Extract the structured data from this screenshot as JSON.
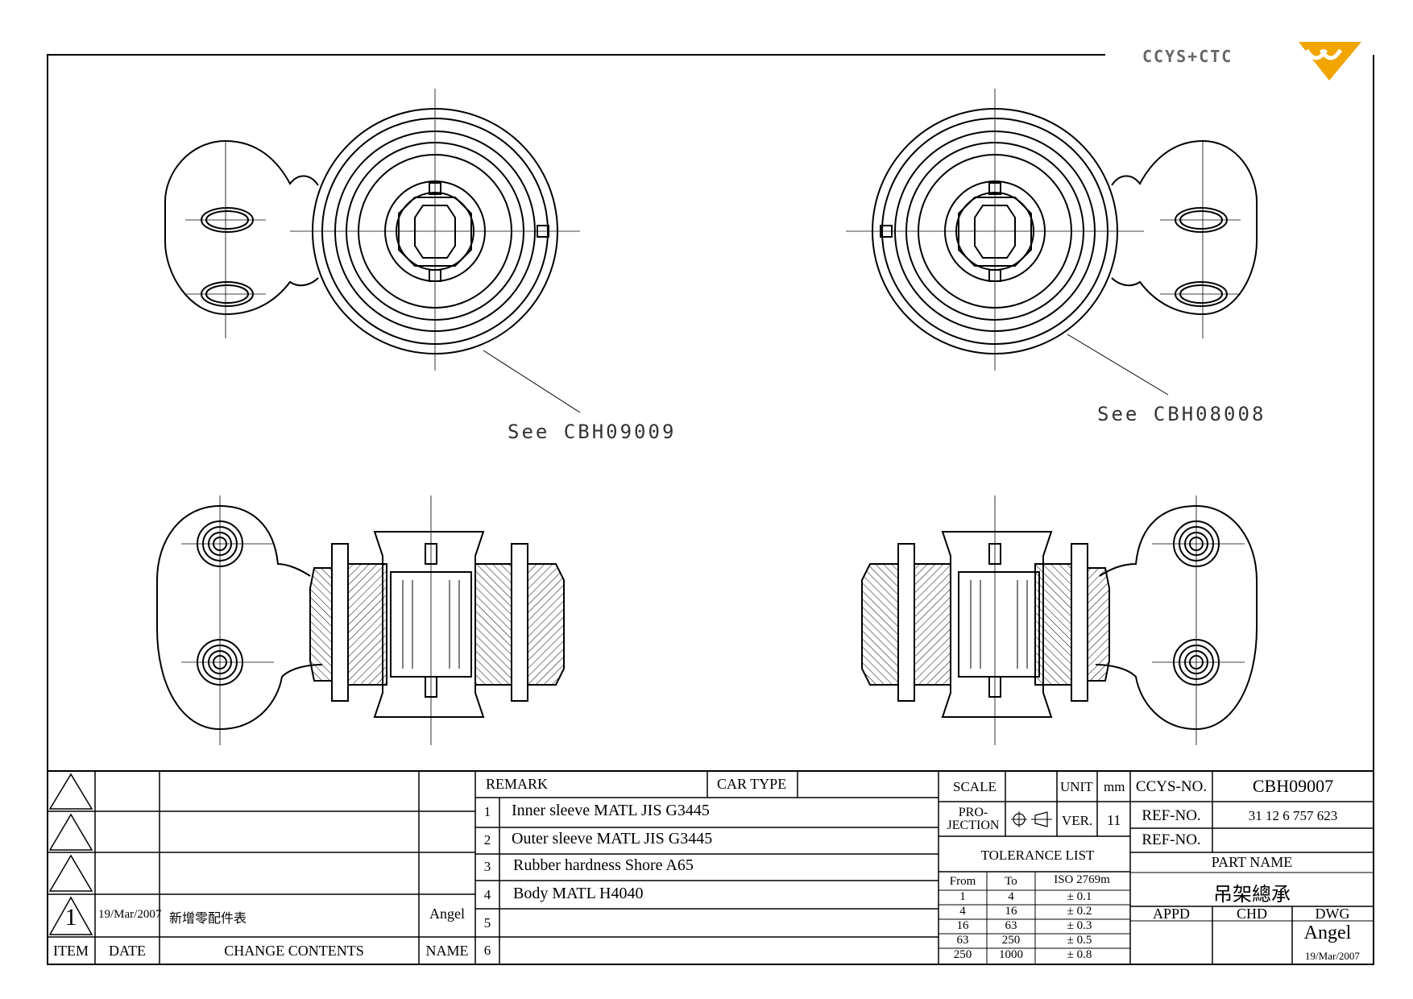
{
  "logo": {
    "text": "CCYS+CTC"
  },
  "callouts": {
    "left": "See CBH09009",
    "right": "See CBH08008"
  },
  "revision": {
    "item_header": "ITEM",
    "date_header": "DATE",
    "contents_header": "CHANGE CONTENTS",
    "name_header": "NAME",
    "row_item": "1",
    "row_date": "19/Mar/2007",
    "row_contents": "新增零配件表",
    "row_name": "Angel"
  },
  "remarks": {
    "header": "REMARK",
    "car_type_label": "CAR TYPE",
    "rows": [
      {
        "no": "1",
        "text": "Inner sleeve MATL JIS G3445"
      },
      {
        "no": "2",
        "text": "Outer sleeve MATL JIS G3445"
      },
      {
        "no": "3",
        "text": "Rubber hardness Shore A65"
      },
      {
        "no": "4",
        "text": "Body MATL H4040"
      },
      {
        "no": "5",
        "text": ""
      },
      {
        "no": "6",
        "text": ""
      }
    ]
  },
  "scale_block": {
    "scale_label": "SCALE",
    "unit_label": "UNIT",
    "unit_value": "mm",
    "projection_line1": "PRO-",
    "projection_line2": "JECTION",
    "ver_label": "VER.",
    "ver_value": "11"
  },
  "tolerance": {
    "title": "TOLERANCE LIST",
    "from_label": "From",
    "to_label": "To",
    "std_label": "ISO 2769m",
    "rows": [
      {
        "from": "1",
        "to": "4",
        "tol": "± 0.1"
      },
      {
        "from": "4",
        "to": "16",
        "tol": "± 0.2"
      },
      {
        "from": "16",
        "to": "63",
        "tol": "± 0.3"
      },
      {
        "from": "63",
        "to": "250",
        "tol": "± 0.5"
      },
      {
        "from": "250",
        "to": "1000",
        "tol": "± 0.8"
      }
    ]
  },
  "title_block": {
    "ccys_label": "CCYS-NO.",
    "ccys_value": "CBH09007",
    "ref_label": "REF-NO.",
    "ref_value": "31 12 6 757 623",
    "ref2_label": "REF-NO.",
    "ref2_value": "",
    "part_name_label": "PART NAME",
    "part_name_value": "吊架總承",
    "appd_label": "APPD",
    "chd_label": "CHD",
    "dwg_label": "DWG",
    "dwg_name": "Angel",
    "dwg_date": "19/Mar/2007"
  },
  "colors": {
    "line": "#000000",
    "logo_gray": "#666666",
    "logo_accent": "#F0A500"
  }
}
